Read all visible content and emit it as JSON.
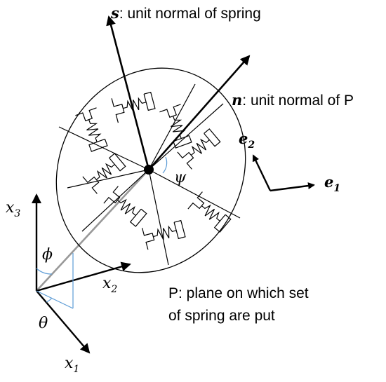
{
  "labels": {
    "s_vec": "s",
    "s_desc": ": unit normal of spring",
    "n_vec": "n",
    "n_desc": ": unit normal of P",
    "e2_base": "e",
    "e2_sub": "2",
    "e1_base": "e",
    "e1_sub": "1",
    "x3_base": "x",
    "x3_sub": "3",
    "x2_base": "x",
    "x2_sub": "2",
    "x1_base": "x",
    "x1_sub": "1",
    "phi": "ϕ",
    "theta": "θ",
    "psi": "ψ",
    "plane_line1": "P: plane on which set",
    "plane_line2": "of spring are put"
  },
  "colors": {
    "lines": "#000000",
    "angle_marks": "#5b9bd5",
    "n_axis_inner": "#999999"
  }
}
